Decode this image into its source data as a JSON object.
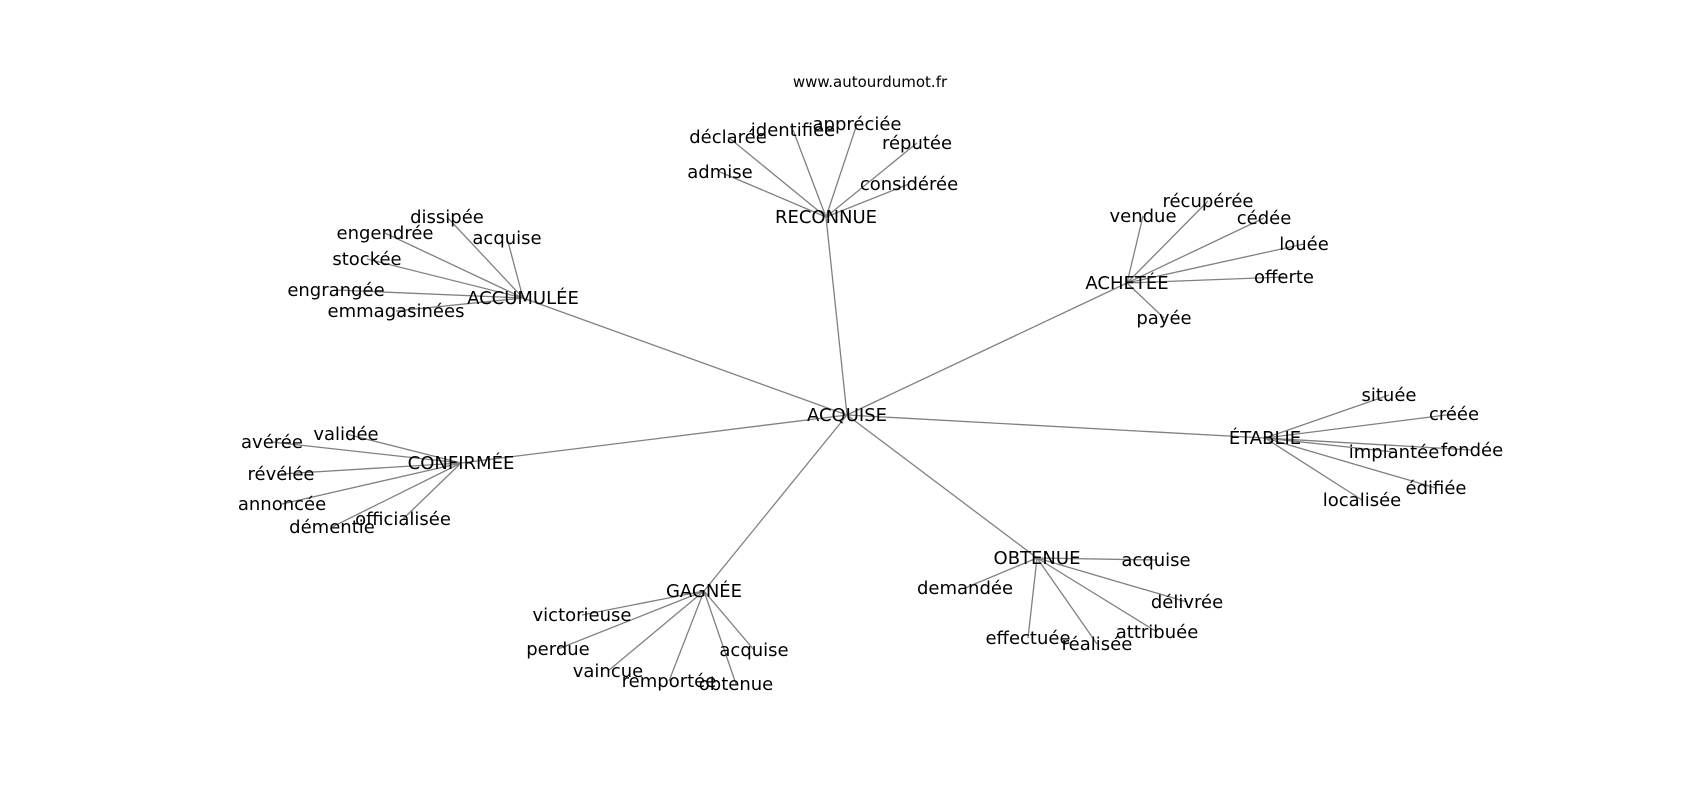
{
  "source": "www.autourdumot.fr",
  "center": "ACQUISE",
  "groups": [
    {
      "hub": "RECONNUE",
      "leaves": [
        "admise",
        "déclarée",
        "identifiée",
        "appréciée",
        "réputée",
        "considérée"
      ]
    },
    {
      "hub": "ACHETÉE",
      "leaves": [
        "vendue",
        "récupérée",
        "cédée",
        "louée",
        "offerte",
        "payée"
      ]
    },
    {
      "hub": "ACCUMULÉE",
      "leaves": [
        "dissipée",
        "acquise",
        "engendrée",
        "stockée",
        "engrangée",
        "emmagasinées"
      ]
    },
    {
      "hub": "ÉTABLIE",
      "leaves": [
        "située",
        "créée",
        "implantée",
        "fondée",
        "édifiée",
        "localisée"
      ]
    },
    {
      "hub": "CONFIRMÉE",
      "leaves": [
        "validée",
        "avérée",
        "révélée",
        "annoncée",
        "démentie",
        "officialisée"
      ]
    },
    {
      "hub": "OBTENUE",
      "leaves": [
        "acquise",
        "demandée",
        "délivrée",
        "attribuée",
        "réalisée",
        "effectuée"
      ]
    },
    {
      "hub": "GAGNÉE",
      "leaves": [
        "victorieuse",
        "perdue",
        "vaincue",
        "remportée",
        "obtenue",
        "acquise"
      ]
    }
  ]
}
